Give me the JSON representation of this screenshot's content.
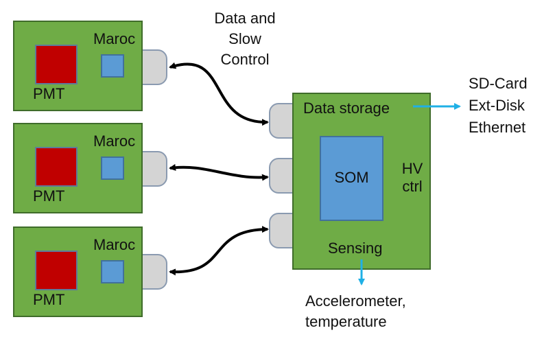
{
  "pmt_boards": [
    {
      "pmt": "PMT",
      "chip": "Maroc"
    },
    {
      "pmt": "PMT",
      "chip": "Maroc"
    },
    {
      "pmt": "PMT",
      "chip": "Maroc"
    }
  ],
  "link_label": "Data and\nSlow\nControl",
  "main_board": {
    "storage": "Data storage",
    "som": "SOM",
    "hv": "HV\nctrl",
    "sensing": "Sensing"
  },
  "outputs": {
    "storage_targets": "SD-Card\nExt-Disk\nEthernet",
    "sensors": "Accelerometer,\ntemperature"
  },
  "colors": {
    "board": "#6fac46",
    "pmt": "#c00000",
    "chip": "#5b9bd5",
    "connector": "#d4d4d4",
    "link_arrow": "#000000",
    "output_arrow": "#1fb0e6"
  }
}
